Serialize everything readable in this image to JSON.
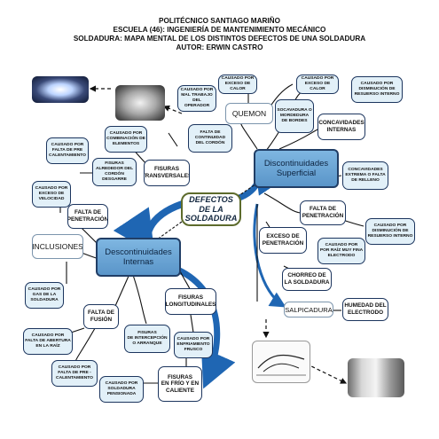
{
  "header": {
    "line1": "POLITÉCNICO SANTIAGO MARIÑO",
    "line2": "ESCUELA (46): INGENIERÍA DE MANTENIMIENTO MECÁNICO",
    "line3": "SOLDADURA: MAPA MENTAL DE LOS DISTINTOS DEFECTOS DE UNA SOLDADURA",
    "line4": "AUTOR: ERWIN CASTRO"
  },
  "nodes": {
    "center": "DEFECTOS DE LA\nSOLDADURA",
    "disc_sup": "Discontinuidades\nSuperficial",
    "disc_int": "Descontinuidades\nInternas",
    "quemon": "QUEMON",
    "inclusiones": "INCLUSIONES",
    "salpicadura": "SALPICADURA",
    "fisuras_trans": "FISURAS\nTRANSVERSALES",
    "fisuras_long": "FISURAS\nLONGITUDINALES",
    "fisuras_frio": "FISURAS\nEN FRÍO Y EN\nCALIENTE",
    "falta_fusion": "FALTA DE\nFUSIÓN",
    "falta_pen_int": "FALTA DE\nPENETRACIÓN",
    "falta_pen_sup": "FALTA DE\nPENETRACIÓN",
    "exceso_pen": "EXCESO DE\nPENETRACIÓN",
    "chorreo": "CHORREO DE\nLA SOLDADURA",
    "concavidades": "CONCAVIDADES\nINTERNAS",
    "socavadura": "SOCAVADURA O\nMORDEDURA\nDE BORDES",
    "falta_continuidad": "FALTA DE\nCONTINUIDAD\nDEL CORDÓN",
    "concav_extrema": "CONCAVIDADES\nEXTREMA O FALTA\nDE RELLENO",
    "humedad": "HUMEDAD DEL\nELECTRODO",
    "fisuras_alrededor": "FISURAS\nALREDEDOR DEL\nCORDÓN DESGARRE",
    "fisuras_intercepcion": "FISURAS\nDE INTERCEPCIÓN\nO ARRANQUE",
    "c_mal_trabajo": "CAUSADO POR\nMAL TRABAJO DEL\nOPERADOR",
    "c_exceso_calor1": "CAUSADO POR\nEXCESO DE CALOR",
    "c_exceso_calor2": "CAUSADO POR\nEXCESO DE CALOR",
    "c_dism_reserva1": "CAUSADO POR\nDISMINUCIÓN DE\nRESUERSO INTERNO",
    "c_dism_reserva2": "CAUSADO POR\nDISMINUCIÓN DE\nRESUERSO INTERNO",
    "c_combinacion": "CAUSADO POR\nCOMBINACIÓN DE\nELEMENTOS",
    "c_pre_calent": "CAUSADO POR\nFALTA DE PRE\nCALENTAMIENTO",
    "c_exceso_vel": "CAUSADO POR\nEXCESO DE\nVELOCIDAD",
    "c_gas": "CAUSADO POR\nGAS DE LA\nSOLDADURA",
    "c_raiz": "CAUSADO POR\nPOR RAÍZ MUY FINA\nELECTRODO",
    "c_abertura": "CAUSADO POR\nFALTA DE ABERTURA\nEN LA RAÍZ",
    "c_enfriamiento": "CAUSADO POR\nENFRIAMIENTO\nFRUSCO",
    "c_falta_pre": "CAUSADO POR\nFALTA DE PRE -\nCALENTAMIENTO",
    "c_pensionada": "CAUSADO POR\nSOLDADURA\nPENSIONADA"
  }
}
